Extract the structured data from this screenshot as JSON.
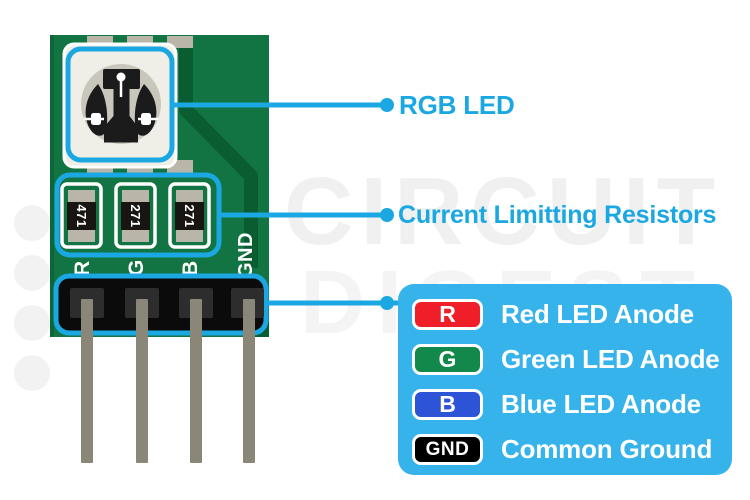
{
  "watermark": {
    "line1": "CIRCUIT",
    "line2": "DIGEST"
  },
  "colors": {
    "accent_blue": "#1ba8e2",
    "legend_bg": "#36b3ea",
    "pcb_green": "#117442",
    "pcb_trace_green": "#0a5c31",
    "led_body": "#f0efe7",
    "led_lens": "#c9c6bc",
    "pad_gray": "#b9b5a9",
    "pin_gray": "#8b8778",
    "pill_red": "#f01e28",
    "pill_green": "#12894a",
    "pill_blue": "#2d53d6",
    "pill_gnd_black": "#000000"
  },
  "callouts": {
    "led": "RGB LED",
    "resistors": "Current Limitting Resistors"
  },
  "pcb": {
    "resistor_values": [
      "471",
      "271",
      "271"
    ],
    "pin_labels": [
      "R",
      "G",
      "B",
      "GND"
    ]
  },
  "legend": {
    "rows": [
      {
        "pin": "R",
        "label": "Red LED Anode"
      },
      {
        "pin": "G",
        "label": "Green LED Anode"
      },
      {
        "pin": "B",
        "label": "Blue LED Anode"
      },
      {
        "pin": "GND",
        "label": "Common Ground"
      }
    ]
  }
}
